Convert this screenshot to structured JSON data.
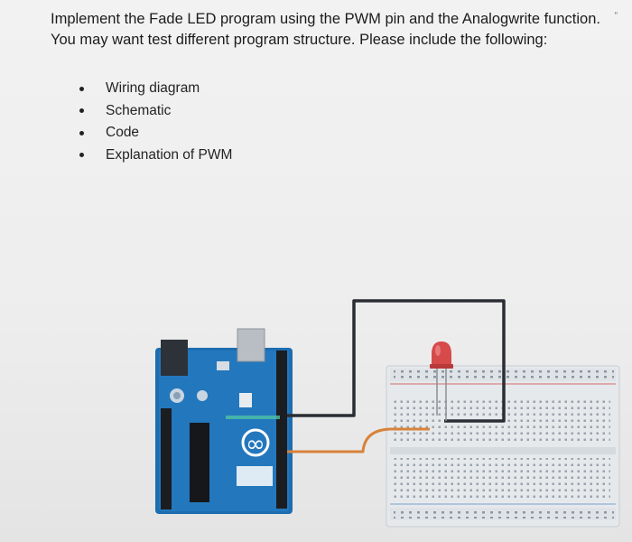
{
  "instructions": {
    "line1": "Implement the Fade LED program using the PWM pin and the Analogwrite function.",
    "line2": "You may want test different program structure. Please include the following:"
  },
  "requirements": [
    "Wiring diagram",
    "Schematic",
    "Code",
    "Explanation of PWM"
  ],
  "diagram": {
    "board_logo": "∞",
    "colors": {
      "board": "#1f6fb0",
      "breadboard": "#e9ecef",
      "led": "#d64a4a",
      "wire_dark": "#2a2d33",
      "wire_orange": "#d9823a"
    }
  }
}
